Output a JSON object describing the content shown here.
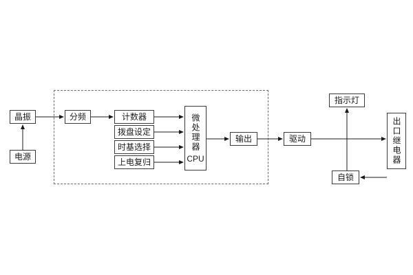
{
  "diagram": {
    "nodes": {
      "crystal": "晶振",
      "power": "电源",
      "divider": "分频",
      "counter": "计数器",
      "dial_setting": "拨盘设定",
      "timebase_select": "时基选择",
      "power_on_reset": "上电复归",
      "cpu_vertical": "微处理器",
      "cpu_sub": "CPU",
      "output": "输出",
      "drive": "驱动",
      "indicator_lamp": "指示灯",
      "self_lock": "自锁",
      "outlet_relay": "出口继电器"
    },
    "colors": {
      "line": "#1a1a1a",
      "box_border": "#3a3a3a",
      "dashed_border": "#6a6a6a",
      "background": "#ffffff"
    }
  }
}
